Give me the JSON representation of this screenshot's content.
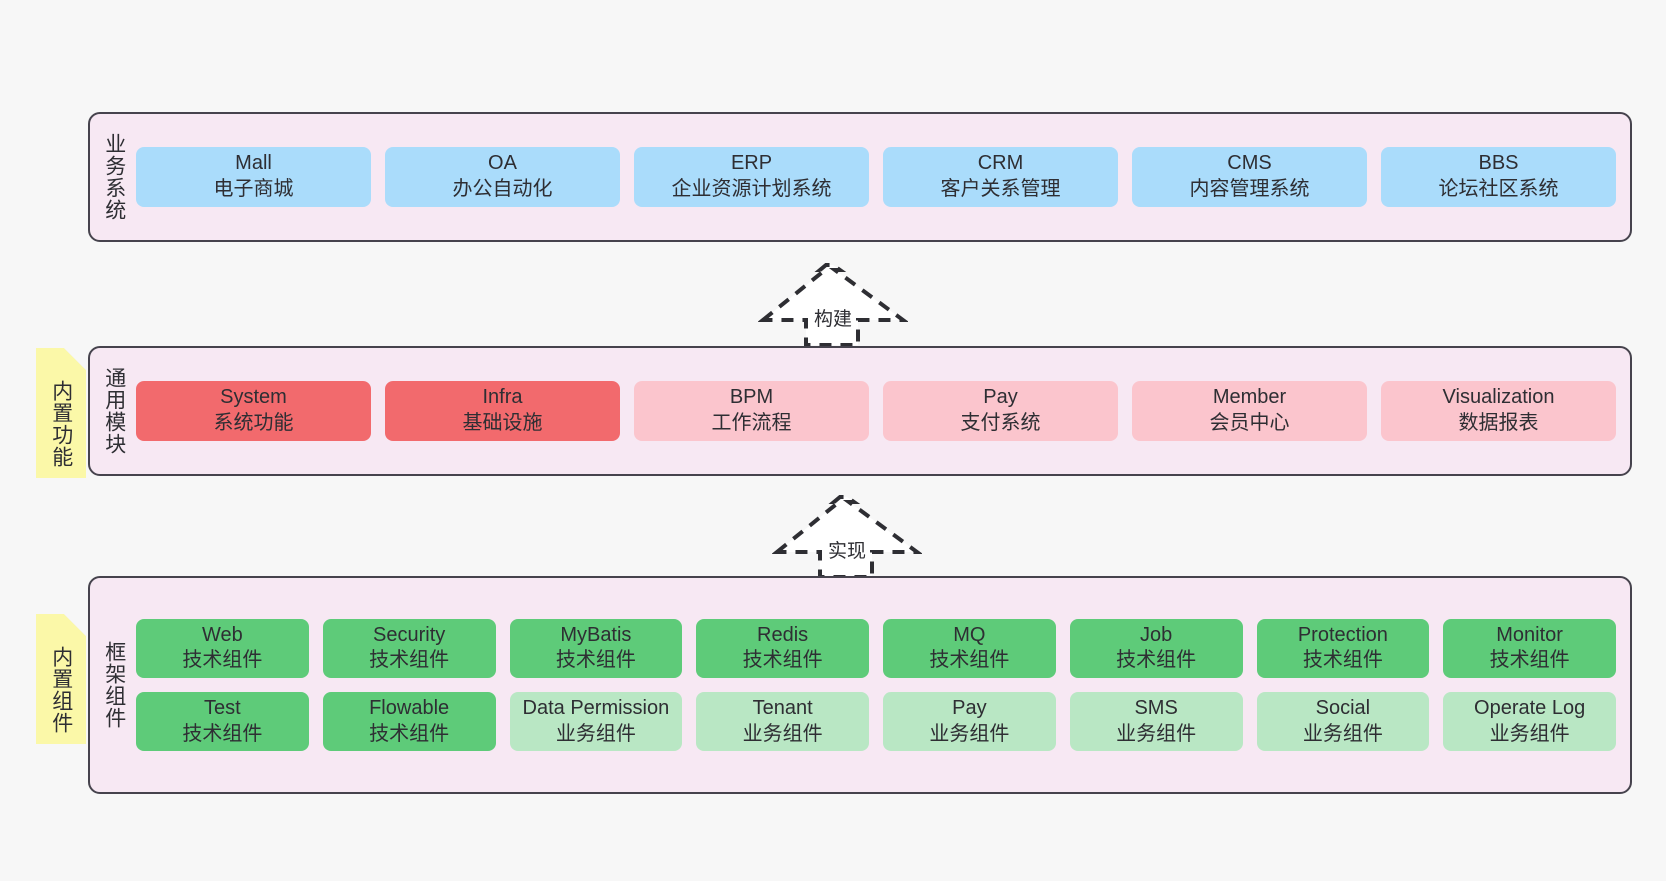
{
  "diagram": {
    "background_color": "#f7f7f7",
    "layer_fill": "#f7e8f3",
    "layer_border": "#46434d"
  },
  "layers": [
    {
      "id": "business-system",
      "title": "业务系统",
      "box_color": "#aadcfb",
      "rows": [
        [
          {
            "title": "Mall",
            "sub": "电子商城"
          },
          {
            "title": "OA",
            "sub": "办公自动化"
          },
          {
            "title": "ERP",
            "sub": "企业资源计划系统"
          },
          {
            "title": "CRM",
            "sub": "客户关系管理"
          },
          {
            "title": "CMS",
            "sub": "内容管理系统"
          },
          {
            "title": "BBS",
            "sub": "论坛社区系统"
          }
        ]
      ]
    },
    {
      "id": "common-module",
      "title": "通用模块",
      "note": "内置功能",
      "rows": [
        [
          {
            "title": "System",
            "sub": "系统功能",
            "color": "#f26a6d"
          },
          {
            "title": "Infra",
            "sub": "基础设施",
            "color": "#f26a6d"
          },
          {
            "title": "BPM",
            "sub": "工作流程",
            "color": "#fbc5cd"
          },
          {
            "title": "Pay",
            "sub": "支付系统",
            "color": "#fbc5cd"
          },
          {
            "title": "Member",
            "sub": "会员中心",
            "color": "#fbc5cd"
          },
          {
            "title": "Visualization",
            "sub": "数据报表",
            "color": "#fbc5cd"
          }
        ]
      ]
    },
    {
      "id": "framework-component",
      "title": "框架组件",
      "note": "内置组件",
      "rows": [
        [
          {
            "title": "Web",
            "sub": "技术组件",
            "color": "#5ecb79"
          },
          {
            "title": "Security",
            "sub": "技术组件",
            "color": "#5ecb79"
          },
          {
            "title": "MyBatis",
            "sub": "技术组件",
            "color": "#5ecb79"
          },
          {
            "title": "Redis",
            "sub": "技术组件",
            "color": "#5ecb79"
          },
          {
            "title": "MQ",
            "sub": "技术组件",
            "color": "#5ecb79"
          },
          {
            "title": "Job",
            "sub": "技术组件",
            "color": "#5ecb79"
          },
          {
            "title": "Protection",
            "sub": "技术组件",
            "color": "#5ecb79"
          },
          {
            "title": "Monitor",
            "sub": "技术组件",
            "color": "#5ecb79"
          }
        ],
        [
          {
            "title": "Test",
            "sub": "技术组件",
            "color": "#5ecb79"
          },
          {
            "title": "Flowable",
            "sub": "技术组件",
            "color": "#5ecb79"
          },
          {
            "title": "Data Permission",
            "sub": "业务组件",
            "color": "#b9e7c4"
          },
          {
            "title": "Tenant",
            "sub": "业务组件",
            "color": "#b9e7c4"
          },
          {
            "title": "Pay",
            "sub": "业务组件",
            "color": "#b9e7c4"
          },
          {
            "title": "SMS",
            "sub": "业务组件",
            "color": "#b9e7c4"
          },
          {
            "title": "Social",
            "sub": "业务组件",
            "color": "#b9e7c4"
          },
          {
            "title": "Operate Log",
            "sub": "业务组件",
            "color": "#b9e7c4"
          }
        ]
      ]
    }
  ],
  "arrows": [
    {
      "id": "build-arrow",
      "label": "构建"
    },
    {
      "id": "implement-arrow",
      "label": "实现"
    }
  ]
}
